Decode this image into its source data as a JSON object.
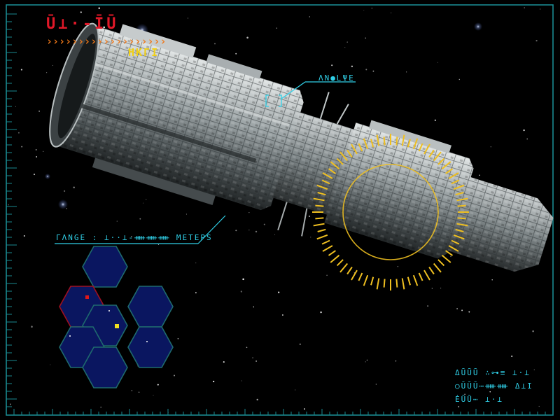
{
  "hud": {
    "title": "Ū⊥·-ĪŪ",
    "chevrons": "›››››››››››››››››››",
    "subtitle": "ĦΚΓΙ",
    "target_label": "ΛΝ●ԼΨΕ",
    "range_label": "ΓΛΝGΕ : ⊥··⊥-ᚔᚔᚔ ΜΕΤΕΡS",
    "readout": [
      "ΔŪŪŪ ∴⊶≡ ⊥·⊥",
      "○ŪŪŪ⋯ᚔᚔ Δ⊥Ι",
      "ĖŪŪ⋯ ⊥·⊥"
    ]
  },
  "colors": {
    "title": "#e01828",
    "chevrons": "#f07818",
    "subtitle": "#f0d018",
    "hud_cyan": "#30d0e8",
    "frame": "#1a8a90",
    "reticle": "#f0c020",
    "hex_fill": "#0a1660",
    "hex_edge": "#1e6a6e",
    "hex_selected_edge": "#a01020",
    "blip_hostile": "#e01818",
    "blip_player": "#f0e020"
  },
  "icons": {
    "frame": "hud-frame-icon",
    "lock_bracket": "target-lock-bracket-icon",
    "reticle": "targeting-reticle-icon",
    "ship": "capital-ship-icon",
    "minimap": "hex-minimap-icon"
  }
}
